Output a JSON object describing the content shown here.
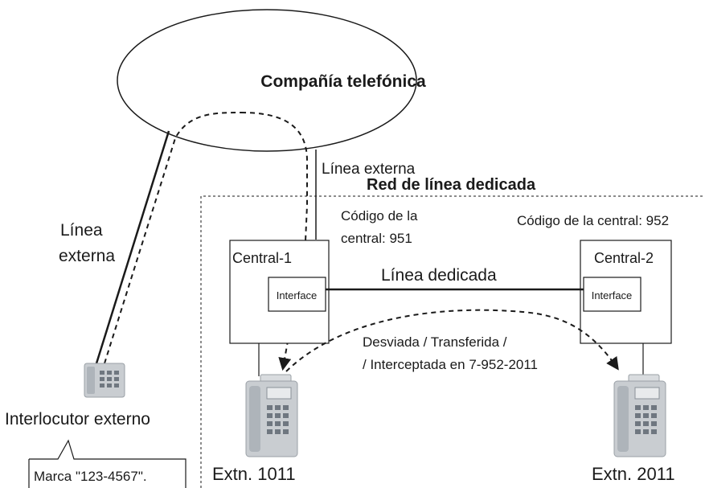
{
  "cloud": {
    "label": "Compañía telefónica"
  },
  "labels": {
    "external_line_left_1": "Línea",
    "external_line_left_2": "externa",
    "external_line_top": "Línea externa",
    "network": "Red de línea dedicada",
    "code1_line1": "Código de la",
    "code1_line2": "central: 951",
    "code2": "Código de la central: 952",
    "dedicated_line": "Línea dedicada",
    "forward_1": "Desviada / Transferida /",
    "forward_2": "/ Interceptada en 7-952-2011",
    "external_party": "Interlocutor externo",
    "dial_note": "Marca \"123-4567\"."
  },
  "pbx1": {
    "label": "Central-1",
    "interface": "Interface"
  },
  "pbx2": {
    "label": "Central-2",
    "interface": "Interface"
  },
  "ext1": {
    "label": "Extn. 1011"
  },
  "ext2": {
    "label": "Extn. 2011"
  },
  "colors": {
    "line": "#1a1a1a",
    "phone_body": "#c9cdd1",
    "phone_keys": "#8a9199"
  }
}
